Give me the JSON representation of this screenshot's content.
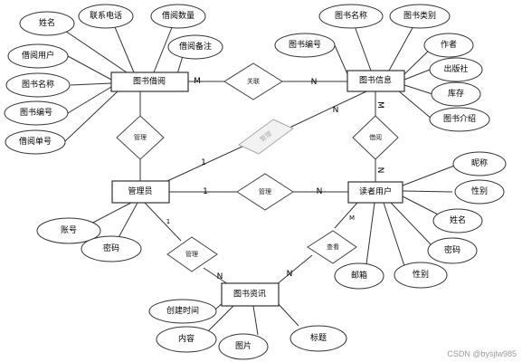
{
  "entities": [
    {
      "id": "borrow",
      "label": "图书借阅"
    },
    {
      "id": "book",
      "label": "图书信息"
    },
    {
      "id": "admin",
      "label": "管理员"
    },
    {
      "id": "reader",
      "label": "读者用户"
    },
    {
      "id": "news",
      "label": "图书资讯"
    }
  ],
  "relationships": [
    {
      "id": "rel_link",
      "label": "关联"
    },
    {
      "id": "rel_mgr_borrow",
      "label": "管理"
    },
    {
      "id": "rel_mgr_book",
      "label": "管理"
    },
    {
      "id": "rel_mgr_reader",
      "label": "管理"
    },
    {
      "id": "rel_borrow",
      "label": "借阅"
    },
    {
      "id": "rel_mgr_news",
      "label": "管理"
    },
    {
      "id": "rel_view",
      "label": "查看"
    }
  ],
  "attributes": {
    "borrow": [
      "姓名",
      "联系电话",
      "借阅数量",
      "借阅备注",
      "借阅用户",
      "图书名称",
      "图书编号",
      "借阅单号"
    ],
    "book": [
      "图书名称",
      "图书类别",
      "图书编号",
      "作者",
      "出版社",
      "库存",
      "图书介绍"
    ],
    "admin": [
      "账号",
      "密码"
    ],
    "reader": [
      "昵称",
      "性别",
      "姓名",
      "密码",
      "性别",
      "邮箱"
    ],
    "news": [
      "创建时间",
      "内容",
      "图片",
      "标题"
    ]
  },
  "cardinalities": {
    "link_borrow": "M",
    "link_book": "N",
    "mgrbook_admin": "1",
    "mgrbook_book": "N",
    "mgrreader_admin": "1",
    "mgrreader_reader": "N",
    "borrow_book": "M",
    "borrow_reader": "N",
    "mgrnews_admin": "1",
    "mgrnews_news": "N",
    "view_reader": "M",
    "view_news": "N"
  },
  "watermark": "CSDN @bysjlw985",
  "colors": {
    "stroke": "#333333",
    "fill": "#ffffff",
    "ghost_fill": "#f2f2f2",
    "text": "#000000",
    "watermark": "#9a9a9a"
  }
}
